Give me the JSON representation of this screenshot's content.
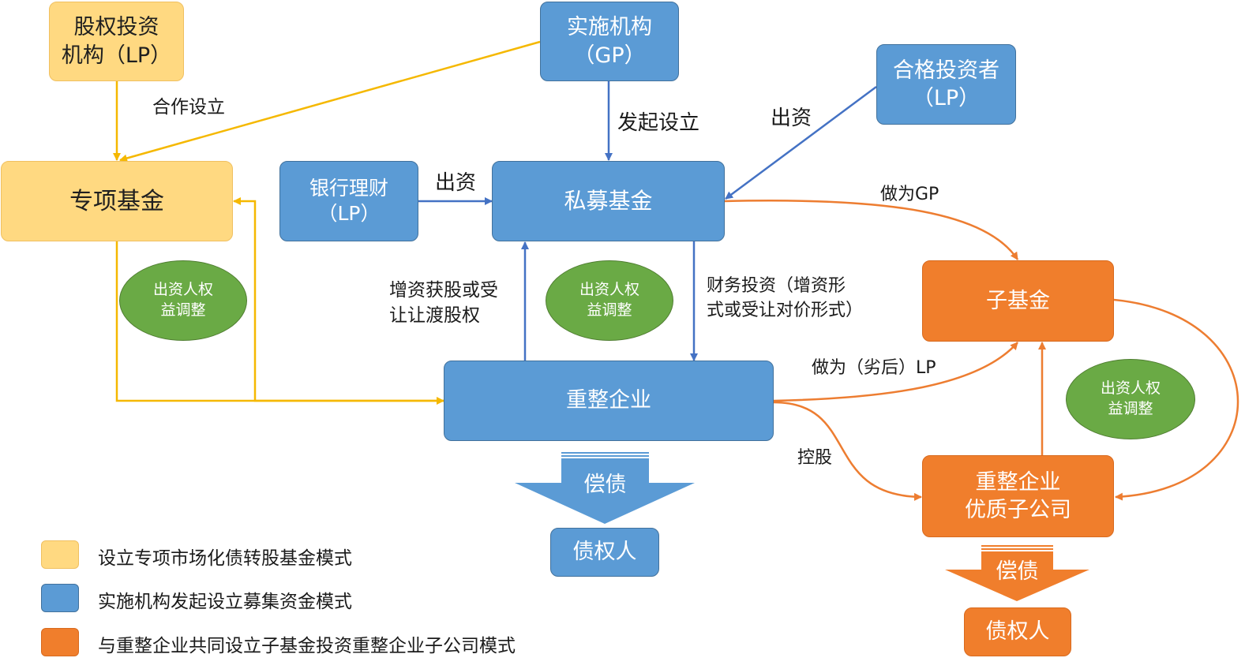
{
  "nodes": {
    "equity_investor": "股权投资\n机构（LP）",
    "special_fund": "专项基金",
    "implementer": "实施机构\n（GP）",
    "qualified_investor": "合格投资者\n（LP）",
    "bank_wealth": "银行理财\n（LP）",
    "private_fund": "私募基金",
    "sub_fund": "子基金",
    "restructured_company": "重整企业",
    "quality_subsidiary": "重整企业\n优质子公司",
    "creditor_1": "债权人",
    "creditor_2": "债权人"
  },
  "edge_labels": {
    "cooperate": "合作设立",
    "initiate": "发起设立",
    "invest_qualified": "出资",
    "invest_bank": "出资",
    "as_gp": "做为GP",
    "capital_increase": "增资获股或受\n让让渡股权",
    "financial_investment": "财务投资（增资形\n式或受让对价形式）",
    "as_lp": "做为（劣后）LP",
    "holding": "控股"
  },
  "ovals": {
    "left": "出资人权\n益调整",
    "center": "出资人权\n益调整",
    "right": "出资人权\n益调整"
  },
  "repay": {
    "center": "偿债",
    "right": "偿债"
  },
  "legend": [
    {
      "text": "设立专项市场化债转股基金模式",
      "color": "#ffd981"
    },
    {
      "text": "实施机构发起设立募集资金模式",
      "color": "#5b9bd5"
    },
    {
      "text": "与重整企业共同设立子基金投资重整企业子公司模式",
      "color": "#f07e2c"
    }
  ],
  "colors": {
    "yellow_line": "#f5b800",
    "blue_line": "#4472c4",
    "orange_line": "#ed7d31",
    "blue_arrow": "#5b9bd5",
    "orange_arrow": "#f07e2c"
  }
}
